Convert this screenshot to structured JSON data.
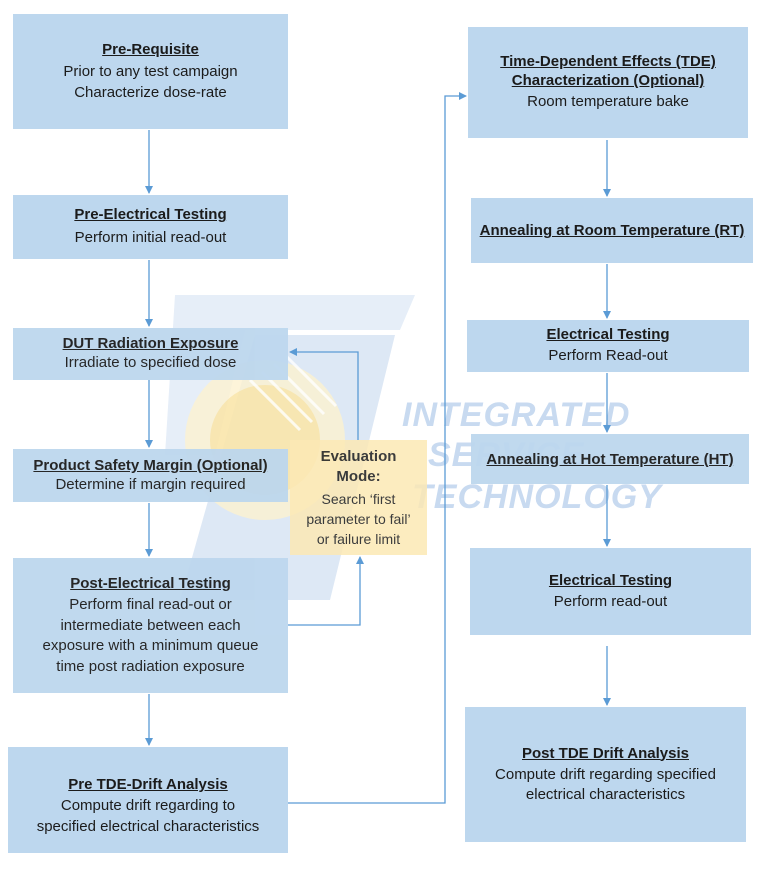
{
  "watermark": {
    "lines": [
      "INTEGRATED",
      "SERVICE",
      "TECHNOLOGY"
    ]
  },
  "boxes": {
    "pre_requisite": {
      "title": "Pre-Requisite",
      "desc": [
        "Prior to any test campaign",
        "Characterize dose-rate"
      ]
    },
    "pre_electrical": {
      "title": "Pre-Electrical Testing",
      "desc": [
        "Perform initial read-out"
      ]
    },
    "dut_exposure": {
      "title": "DUT Radiation Exposure",
      "desc": [
        "Irradiate to specified dose"
      ]
    },
    "safety_margin": {
      "title": "Product Safety Margin (Optional)",
      "desc": [
        "Determine if margin required"
      ]
    },
    "post_electrical": {
      "title": "Post-Electrical Testing",
      "desc": [
        "Perform final read-out or",
        "intermediate between each",
        "exposure with a minimum queue",
        "time post radiation exposure"
      ]
    },
    "pre_tde": {
      "title": "Pre TDE-Drift Analysis",
      "desc": [
        "Compute drift regarding to",
        "specified electrical characteristics"
      ]
    },
    "tde_char": {
      "title": [
        "Time-Dependent Effects (TDE)",
        "Characterization (Optional)"
      ],
      "desc": [
        "Room temperature bake"
      ]
    },
    "anneal_rt": {
      "title": "Annealing at Room Temperature (RT)"
    },
    "elec_test_1": {
      "title": "Electrical Testing",
      "desc": [
        "Perform Read-out"
      ]
    },
    "anneal_ht": {
      "title": "Annealing at Hot Temperature (HT)"
    },
    "elec_test_2": {
      "title": "Electrical Testing",
      "desc": [
        "Perform read-out"
      ]
    },
    "post_tde": {
      "title": "Post TDE Drift Analysis",
      "desc": [
        "Compute drift regarding specified",
        "electrical characteristics"
      ]
    }
  },
  "evaluation": {
    "title": [
      "Evaluation",
      "Mode:"
    ],
    "desc": [
      "Search ‘first",
      "parameter to fail’",
      "or failure limit"
    ]
  },
  "colors": {
    "box_fill": "#bdd7ee",
    "arrow": "#5b9bd5",
    "eval_fill": "#fce9b5",
    "watermark": "#c8daf0"
  }
}
